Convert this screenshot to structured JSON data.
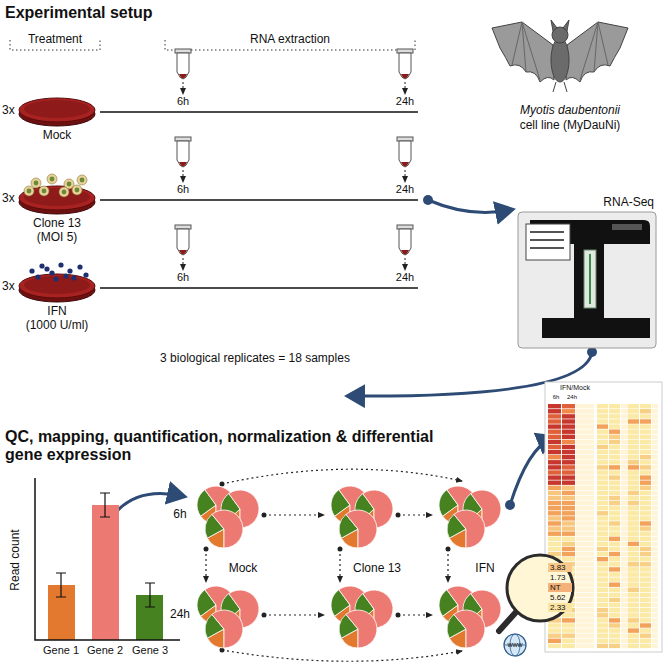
{
  "diagram": {
    "title": "Experimental setup",
    "nodes": [
      {
        "text": [
          "Mock"
        ]
      },
      {
        "text": [
          "Clone 13",
          "(MOI 5)"
        ]
      },
      {
        "text": [
          "IFN",
          "(1000 U/ml)"
        ]
      },
      {
        "text": [
          "RNA-Seq"
        ]
      }
    ],
    "labels": [
      "Treatment",
      "RNA extraction",
      "3x",
      "3x",
      "3x",
      "6h",
      "24h",
      "6h",
      "24h",
      "6h",
      "24h",
      "3 biological replicates = 18 samples",
      "Myotis daubentonii",
      "cell line (MyDauNi)",
      "QC, mapping, quantification, normalization & differential gene expression",
      "Read count",
      "Gene 1",
      "Gene 2",
      "Gene 3",
      "6h",
      "24h",
      "Mock",
      "Clone 13",
      "IFN",
      "IFN/Mock",
      "6h",
      "24h",
      "3.83",
      "1.73",
      "NT",
      "5.62",
      "2.33",
      "www"
    ]
  }
}
